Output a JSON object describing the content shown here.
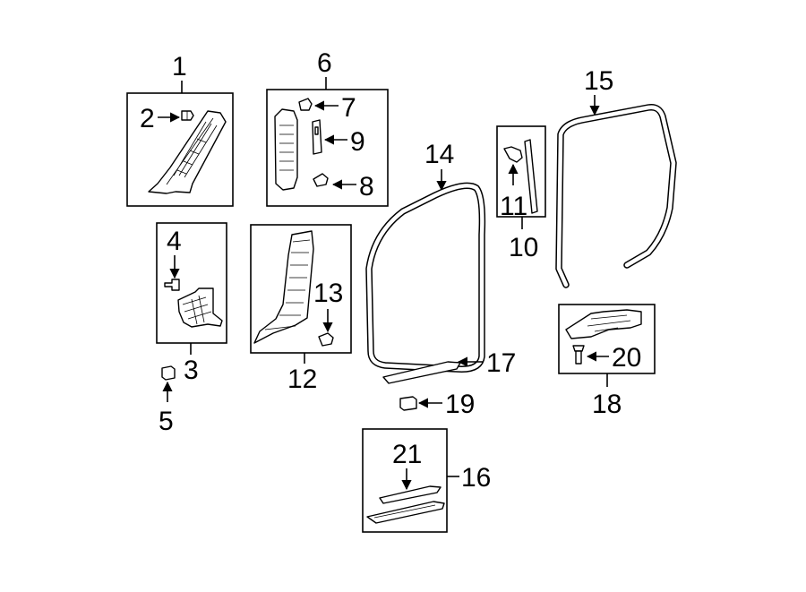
{
  "callouts": {
    "c1": "1",
    "c2": "2",
    "c3": "3",
    "c4": "4",
    "c5": "5",
    "c6": "6",
    "c7": "7",
    "c8": "8",
    "c9": "9",
    "c10": "10",
    "c11": "11",
    "c12": "12",
    "c13": "13",
    "c14": "14",
    "c15": "15",
    "c16": "16",
    "c17": "17",
    "c18": "18",
    "c19": "19",
    "c20": "20",
    "c21": "21"
  },
  "icons": [
    "clip-icon",
    "bolt-icon",
    "pillar-trim-icon",
    "weatherstrip-icon",
    "scuff-plate-icon"
  ]
}
